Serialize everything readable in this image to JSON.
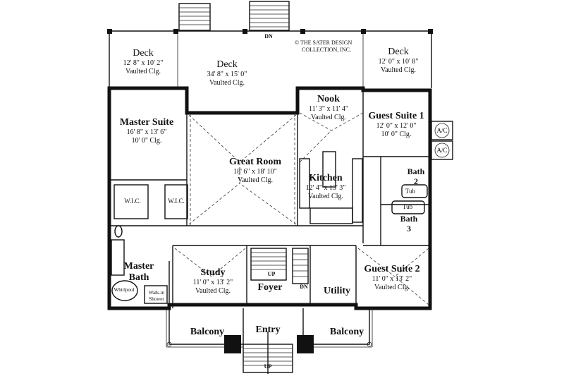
{
  "copyright": {
    "symbol": "©",
    "line1": "THE SATER DESIGN",
    "line2": "COLLECTION, INC."
  },
  "rooms": [
    {
      "id": "deck-left",
      "name": "Deck",
      "dim": "12' 8\" x 10' 2\"",
      "clg": "Vaulted Clg."
    },
    {
      "id": "deck-center",
      "name": "Deck",
      "dim": "34' 8\" x 15' 0\"",
      "clg": "Vaulted Clg."
    },
    {
      "id": "deck-right",
      "name": "Deck",
      "dim": "12' 0\" x 10' 8\"",
      "clg": "Vaulted Clg."
    },
    {
      "id": "master-suite",
      "name": "Master Suite",
      "dim": "16' 8\" x 13' 6\"",
      "clg": "10' 0\" Clg."
    },
    {
      "id": "great-room",
      "name": "Great Room",
      "dim": "18' 6\" x 18' 10\"",
      "clg": "Vaulted Clg."
    },
    {
      "id": "nook",
      "name": "Nook",
      "dim": "11' 3\" x 11' 4\"",
      "clg": "Vaulted Clg."
    },
    {
      "id": "kitchen",
      "name": "Kitchen",
      "dim": "12' 4\" x 13' 3\"",
      "clg": "Vaulted Clg."
    },
    {
      "id": "guest-suite-1",
      "name": "Guest Suite 1",
      "dim": "12' 0\" x 12' 0\"",
      "clg": "10' 0\" Clg."
    },
    {
      "id": "study",
      "name": "Study",
      "dim": "11' 0\" x 13' 2\"",
      "clg": "Vaulted Clg."
    },
    {
      "id": "guest-suite-2",
      "name": "Guest Suite 2",
      "dim": "11' 0\" x 13' 2\"",
      "clg": "Vaulted Clg."
    }
  ],
  "labels": {
    "bath2_a": "Bath",
    "bath2_b": "2",
    "bath3_a": "Bath",
    "bath3_b": "3",
    "master_bath_a": "Master",
    "master_bath_b": "Bath",
    "foyer": "Foyer",
    "utility": "Utility",
    "entry": "Entry",
    "balcony_left": "Balcony",
    "balcony_right": "Balcony",
    "wic_1": "W.I.C.",
    "wic_2": "W.I.C.",
    "tub_1": "Tub",
    "tub_2": "Tub",
    "whirlpool": "Whirlpool",
    "walkin_shower_a": "Walk-in",
    "walkin_shower_b": "Shower",
    "ac_1": "A/C",
    "ac_2": "A/C",
    "dn_top": "DN",
    "dn_foyer": "DN",
    "up_foyer": "UP",
    "up_entry": "UP"
  }
}
